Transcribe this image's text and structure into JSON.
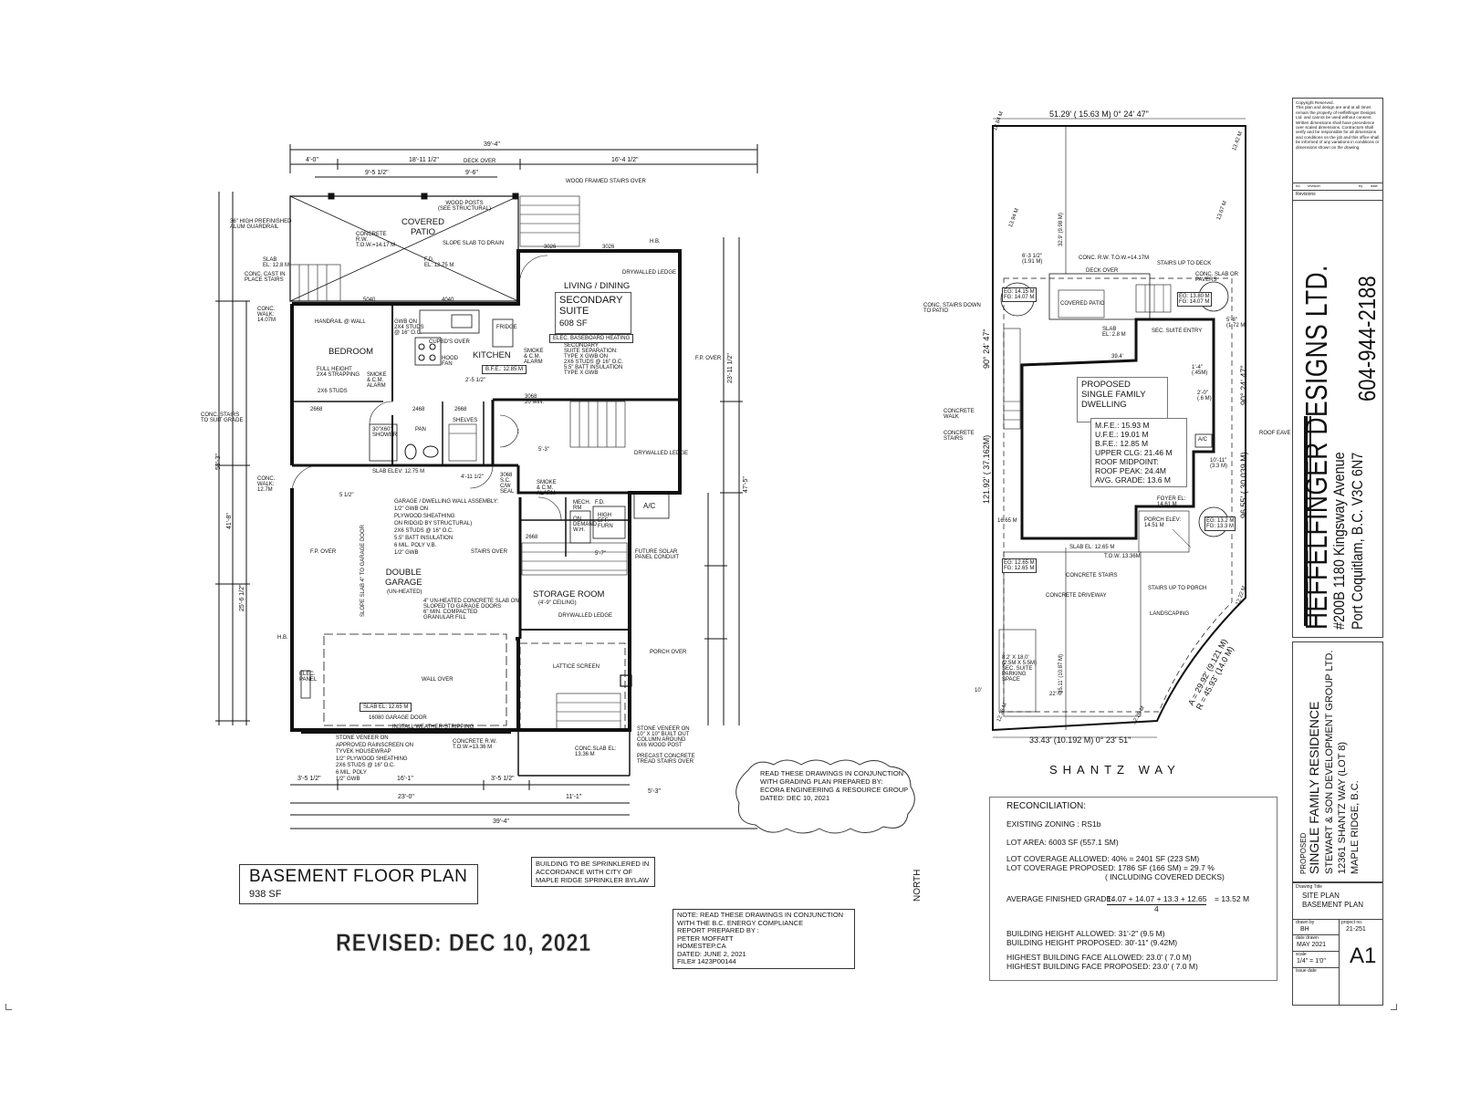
{
  "floor_plan": {
    "title": "BASEMENT FLOOR PLAN",
    "area": "938 SF",
    "sprinkler_note": "BUILDING TO BE SPRINKLERED IN\nACCORDANCE WITH CITY OF\nMAPLE RIDGE SPRINKLER BYLAW",
    "revised": "REVISED: DEC 10, 2021",
    "energy_note": "NOTE: READ THESE DRAWINGS IN CONJUNCTION\nWITH THE B.C. ENERGY COMPLIANCE\nREPORT PREPARED BY :\nPETER MOFFATT\nHOMESTEP.CA\nDATED: JUNE 2, 2021\nFILE# 1423P00144",
    "grading_note": "READ THESE DRAWINGS IN CONJUNCTION\nWITH GRADING PLAN PREPARED BY:\nECORA ENGINEERING & RESOURCE GROUP\nDATED: DEC 10, 2021",
    "dims": {
      "overall_top": "39'-4\"",
      "overall_bottom": "39'-4\"",
      "top_a": "4'-0\"",
      "top_b": "18'-11 1/2\"",
      "top_c": "16'-4 1/2\"",
      "top_d": "9'-5 1/2\"",
      "top_e": "9'-6\"",
      "bot_a": "3'-5 1/2\"",
      "bot_b": "16'-1\"",
      "bot_c": "3'-5 1/2\"",
      "bot_d": "11'-1\"",
      "bot_e": "23'-0\"",
      "bot_f": "5'-3\"",
      "left_a": "41'-8\"",
      "left_b": "53'-3\"",
      "left_c": "25'-6 1/2\"",
      "right_a": "47'-5\"",
      "right_b": "23'-11 1/2\""
    },
    "rooms": {
      "covered_patio": "COVERED\nPATIO",
      "living": "LIVING / DINING",
      "secondary": "SECONDARY\nSUITE",
      "secondary_sf": "608 SF",
      "bedroom": "BEDROOM",
      "kitchen": "KITCHEN",
      "double_garage": "DOUBLE\nGARAGE",
      "garage_sub": "(UN-HEATED)",
      "storage": "STORAGE ROOM",
      "storage_sub": "(4'-9\" CEILING)",
      "mech": "MECH.\nRM",
      "ac": "A/C"
    },
    "labels": {
      "deck_over": "DECK OVER",
      "wood_stairs": "WOOD FRAMED STAIRS OVER",
      "wood_posts": "WOOD POSTS\n(SEE STRUCTURAL)",
      "slope_slab": "SLOPE SLAB TO DRAIN",
      "fd": "F.D.\nEL: 12.75 M",
      "guardrail": "36\" HIGH PREFINISHED\nALUM GUARDRAIL",
      "concrete_rw": "CONCRETE\nR.W.\nT.O.W.=14.17 M",
      "slab_left": "SLAB\nEL: 12.8 M",
      "conc_cast": "CONC. CAST IN\nPLACE STAIRS",
      "drywalled_ledge": "DRYWALLED LEDGE",
      "hb": "H.B.",
      "handrail": "HANDRAIL @ WALL",
      "gwb": "GWB ON\n2X4 STUDS\n@ 16\" O.C.",
      "cupbds": "CUPBD'S OVER",
      "fridge": "FRIDGE",
      "hood_fan": "HOOD\nFAN",
      "elec_heat": "ELEC. BASEBOARD HEATING",
      "bfe": "B.F.E.: 12.85 M",
      "suite_sep": "SECONDARY\nSUITE SEPARATION:\nTYPE X GWB ON\n2X6 STUDS @ 16\" O.C.\n5.5\" BATT INSULATION\nTYPE X GWB",
      "full_height": "FULL HEIGHT\n2X4 STRAPPING",
      "smoke": "SMOKE\n& C.M.\nALARM",
      "studs_2x6": "2X6 STUDS",
      "conc_walk_top": "CONC.\nWALK:\n14.07M",
      "conc_stairs": "CONC. STAIRS\nTO SUIT GRADE",
      "conc_walk_bot": "CONC.\nWALK:\n12.7M",
      "shower": "30\"X60\"\nSHOWER",
      "pan": "PAN",
      "shelves": "SHELVES",
      "min20": "3068\n20 MIN.",
      "fp_over_right": "F.P. OVER",
      "slab_elev": "SLAB ELEV: 12.75 M",
      "sc_caw": "3068\nS.C.\nC/W\nSEAL",
      "garage_assembly": "GARAGE / DWELLING WALL ASSEMBLY:\n1/2\" GWB ON\nPLYWOOD SHEATHING\nON RIDGID BY STRUCTURAL)\n2X6 STUDS @ 16\" O.C.\n5.5\" BATT INSULATION\n6 MIL. POLY V.B.\n1/2\" GWB",
      "on_demand": "ON\nDEMAND\nW.H.",
      "high_eff": "HIGH\nEFF.\nFURN",
      "fd_small": "F.D.",
      "stairs_over": "STAIRS OVER",
      "future_solar": "FUTURE SOLAR\nPANEL CONDUIT",
      "fp_over_left": "F.P. OVER",
      "slope_slab_garage": "SLOPE SLAB 4\" TO GARAGE DOOR",
      "unheated_slab": "4\" UN-HEATED CONCRETE SLAB ON\nSLOPED TO GARAGE DOORS\n6\" MIN. COMPACTED\nGRANULAR FILL",
      "lattice": "LATTICE SCREEN",
      "porch_over": "PORCH OVER",
      "wall_over": "WALL OVER",
      "elec_panel": "ELEC.\nPANEL",
      "slab_garage": "SLAB EL: 12.65 M",
      "garage_door": "16080 GARAGE DOOR",
      "weather": "INSTALL WEATHER-STRIPPING\nAROUND GARAGE DOOR",
      "stone_left": "STONE VENEER ON\nAPPROVED RAINSCREEN ON\nTYVEK HOUSEWRAP\n1/2\" PLYWOOD SHEATHING\n2X6 STUDS @ 16\" O.C.\n6 MIL. POLY\n1/2\" GWB",
      "concrete_rw_bottom": "CONCRETE R.W.\nT.O.W.=13.36 M",
      "conc_slab": "CONC.SLAB EL:\n13.36 M",
      "stone_right": "STONE VENEER ON\n10\" X 10\" BUILT OUT\nCOLUMN AROUND\n6X6 WOOD POST",
      "precast": "PRECAST CONCRETE\nTREAD STAIRS OVER",
      "door_3068": "3068",
      "door_2668": "2668",
      "door_2468": "2468",
      "door_3026": "3026",
      "door_5040": "5040",
      "door_4040": "4040",
      "dim_5_7": "5'-7\"",
      "dim_5_3": "5'-3\"",
      "dim_4_11": "4'-11 1/2\"",
      "dim_2_5": "2'-5 1/2\"",
      "dim_5_1": "5 1/2\""
    }
  },
  "site_plan": {
    "top_dim": "51.29' ( 15.63 M)   0°  24'  47\"",
    "bottom_dim": "33.43' (10.192 M)   0°  23'  51\"",
    "left_dim": "121.92' ( 37.162M)",
    "right_dim": "96.55' ( 30.039 M)",
    "left_bearing": "90°  24'  47\"",
    "right_bearing": "90°  24'  47\"",
    "arc": "A = 29.92' (9.121 M)\nR = 45.93' (14.0 M)",
    "street": "SHANTZ   WAY",
    "north": "NORTH",
    "proposed": "PROPOSED\nSINGLE FAMILY\nDWELLING",
    "elevations": "M.F.E.: 15.93 M\nU.F.E.: 19.01 M\nB.F.E.: 12.85 M\nUPPER CLG: 21.46 M\nROOF MIDPOINT:\nROOF PEAK: 24.4M\nAVG. GRADE: 13.6 M",
    "house_dim": "39.4'",
    "setback_top": "32.9' (9.98 M)",
    "setback_bottom": "35.11' (10.87 M)",
    "corner_tl": "13.84 M",
    "corner_tr": "13.42 M",
    "corner_bl": "12.36 M",
    "corner_br": "12.26 M",
    "el_1394": "13.94 M",
    "el_1367": "13.67 M",
    "el_1222": "12.22 M",
    "el_1265": "12.65 M",
    "eg_tl": "EG: 14.15 M\nFG: 14.07 M",
    "eg_tr": "EG: 13.80 M\nFG: 14.07 M",
    "eg_bl": "EG: 12.65 M\nFG: 12.65 M",
    "eg_br": "EG: 13.2 M\nFG: 13.3 M",
    "labels": {
      "conc_rw": "CONC. R.W. T.O.W.=14.17M",
      "stairs_up_deck": "STAIRS UP TO DECK",
      "deck_over": "DECK OVER",
      "conc_slab_pavers": "CONC. SLAB OR\nPAVERS",
      "covered_patio": "COVERED PATIO",
      "conc_stairs_down": "CONC. STAIRS DOWN\nTO PATIO",
      "slab": "SLAB\nEL: 2.8 M",
      "sec_entry": "SEC. SUITE ENTRY",
      "concrete_walk": "CONCRETE\nWALK",
      "concrete_stairs_left": "CONCRETE\nSTAIRS",
      "roof_eave": "ROOF EAVE",
      "ac": "A/C",
      "foyer": "FOYER EL:\n14.61 M",
      "porch": "PORCH ELEV:\n14.51 M",
      "slab_el": "SLAB EL: 12.65 M",
      "tow": "T.O.W. 13.36M",
      "concrete_stairs": "CONCRETE STAIRS",
      "stairs_porch": "STAIRS UP TO PORCH",
      "concrete_driveway": "CONCRETE DRIVEWAY",
      "landscaping": "LANDSCAPING",
      "parking": "8.2' X 18.0'\n(2.5M X 5.5M)\nSEC. SUITE\nPARKING\nSPACE",
      "dim_63": "6'-3 1/2\"\n(1.91 M)",
      "dim_56": "5'-8\"\n(1.72 M)",
      "dim_14": "1'-4\"\n(.45M)",
      "dim_20": "2'-0\"\n(.6 M)",
      "dim_1011": "10'-11\"\n(3.3 M)",
      "dim_100": "10'",
      "dim_220": "22'-0\"",
      "el_1665": "16.65 M"
    }
  },
  "reconciliation": {
    "title": "RECONCILIATION:",
    "zoning": "EXISTING ZONING : RS1b",
    "lot_area": "LOT AREA: 6003 SF  (557.1 SM)",
    "coverage_allowed": "LOT COVERAGE ALLOWED:  40% = 2401 SF (223 SM)",
    "coverage_proposed": "LOT COVERAGE PROPOSED:   1786 SF (166 SM) = 29.7 %",
    "coverage_note": "( INCLUDING COVERED DECKS)",
    "grade_label": "AVERAGE FINISHED GRADE:",
    "grade_numerator": "14.07 + 14.07 + 13.3 + 12.65",
    "grade_denominator": "4",
    "grade_result": "= 13.52 M",
    "height_allowed": "BUILDING HEIGHT ALLOWED:       31'-2\"   (9.5 M)",
    "height_proposed": "BUILDING HEIGHT PROPOSED:  30'-11\"  (9.42M)",
    "face_allowed": "HIGHEST BUILDING FACE ALLOWED:       23.0' ( 7.0 M)",
    "face_proposed": "HIGHEST BUILDING FACE PROPOSED:  23.0' ( 7.0 M)"
  },
  "title_block": {
    "copyright": "Copyright Reserved.\nThis plan and design are and at all times\nremain the property of Heffelfinger Designs\nLtd. and cannot be used without consent.\nWritten dimensions shall have precedence\nover scaled dimensions. Contractors shall\nverify and be responsible for all dimensions\nand conditions on the job and this office shall\nbe informed of any variations in conditions or\ndimensions shown on the drawing.",
    "rev_no": "no.",
    "rev_revision": "revision",
    "rev_by": "by",
    "rev_date": "date",
    "revisions": "Revisions",
    "company": "HEFFELFINGER DESIGNS LTD.",
    "address": "#200B 1180 Kingsway Avenue",
    "city": "Port Coquitlam, B.C. V3C 6N7",
    "phone": "604-944-2188",
    "project_proposed": "PROPOSED",
    "project_name": "SINGLE FAMILY RESIDENCE",
    "project_client": "STEWART & SON DEVELOPMENT GROUP LTD.",
    "project_addr": "12361 SHANTZ WAY (LOT 8)",
    "project_city": "MAPLE RIDGE, B.C.",
    "drawing_title_label": "Drawing Title",
    "drawing_title_1": "SITE PLAN",
    "drawing_title_2": "BASEMENT PLAN",
    "drawn_by_label": "drawn by",
    "drawn_by": "BH",
    "project_no_label": "project no.",
    "project_no": "21-251",
    "date_drawn_label": "date drawn",
    "date_drawn": "MAY 2021",
    "scale_label": "scale",
    "scale": "1/4\" = 1'0\"",
    "issue_date_label": "issue date",
    "sheet": "A1"
  }
}
